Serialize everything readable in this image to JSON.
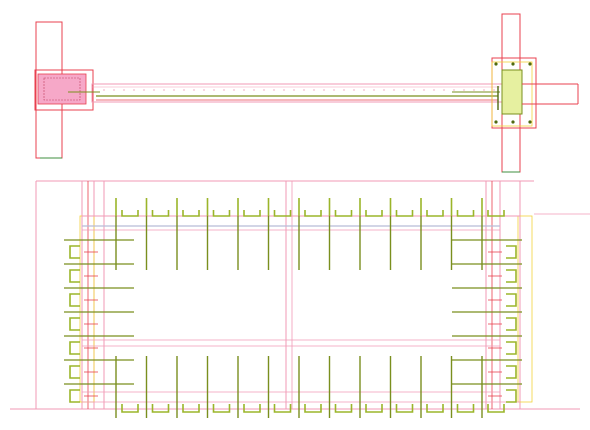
{
  "drawing": {
    "background": "#ffffff",
    "colors": {
      "column_outline": "#e8404f",
      "beam_outline": "#f19ab6",
      "rebar_main": "#7a8f1e",
      "rebar_dark": "#4f6a10",
      "stirrup": "#9bb52a",
      "hatch_fill": "#f6a8c8",
      "core_fill": "#e6f0a0",
      "yellow_line": "#f2d23a",
      "green_line": "#3f8f3f",
      "grey_line": "#b8bcd8"
    },
    "plan_view": {
      "left_column_icon": "column-section",
      "right_column_icon": "column-section",
      "beam_icon": "beam-plan"
    },
    "elevation_view": {
      "top_stirrup_count": 13,
      "bottom_stirrup_count": 13,
      "side_bar_count_per_side": 7,
      "elevation_icon": "wall-elevation"
    }
  }
}
